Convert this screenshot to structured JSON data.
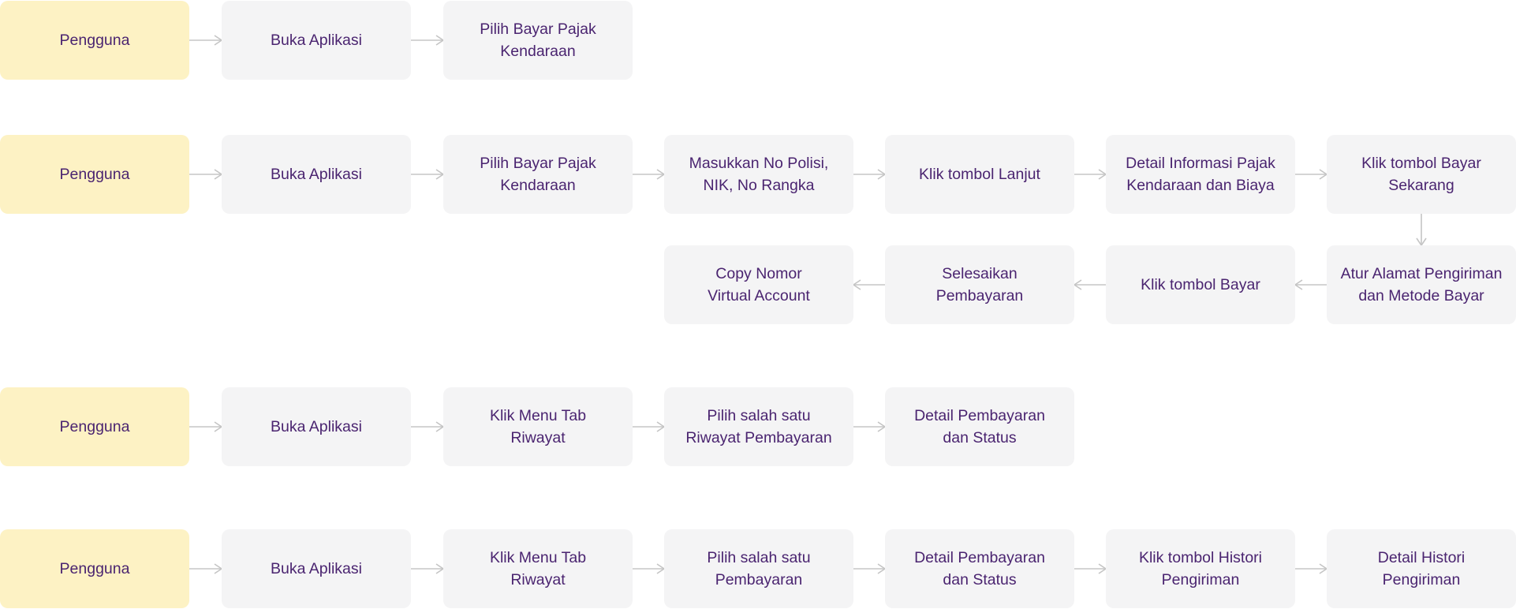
{
  "actor_color": "#fdf2c4",
  "step_color": "#f4f4f5",
  "text_color": "#4a2470",
  "arrow_color": "#c5c5c5",
  "flow1": {
    "actor": "Pengguna",
    "steps": [
      "Buka Aplikasi",
      "Pilih Bayar Pajak\nKendaraan"
    ]
  },
  "flow2": {
    "actor": "Pengguna",
    "steps": [
      "Buka Aplikasi",
      "Pilih Bayar Pajak\nKendaraan",
      "Masukkan No Polisi,\nNIK, No Rangka",
      "Klik tombol Lanjut",
      "Detail Informasi Pajak\nKendaraan dan Biaya",
      "Klik tombol Bayar\nSekarang",
      "Atur Alamat Pengiriman\ndan Metode Bayar",
      "Klik tombol Bayar",
      "Selesaikan\nPembayaran",
      "Copy Nomor\nVirtual Account"
    ]
  },
  "flow3": {
    "actor": "Pengguna",
    "steps": [
      "Buka Aplikasi",
      "Klik Menu Tab\nRiwayat",
      "Pilih salah satu\nRiwayat Pembayaran",
      "Detail Pembayaran\ndan Status"
    ]
  },
  "flow4": {
    "actor": "Pengguna",
    "steps": [
      "Buka Aplikasi",
      "Klik Menu Tab\nRiwayat",
      "Pilih salah satu\nPembayaran",
      "Detail Pembayaran\ndan Status",
      "Klik tombol Histori\nPengiriman",
      "Detail Histori\nPengiriman"
    ]
  }
}
